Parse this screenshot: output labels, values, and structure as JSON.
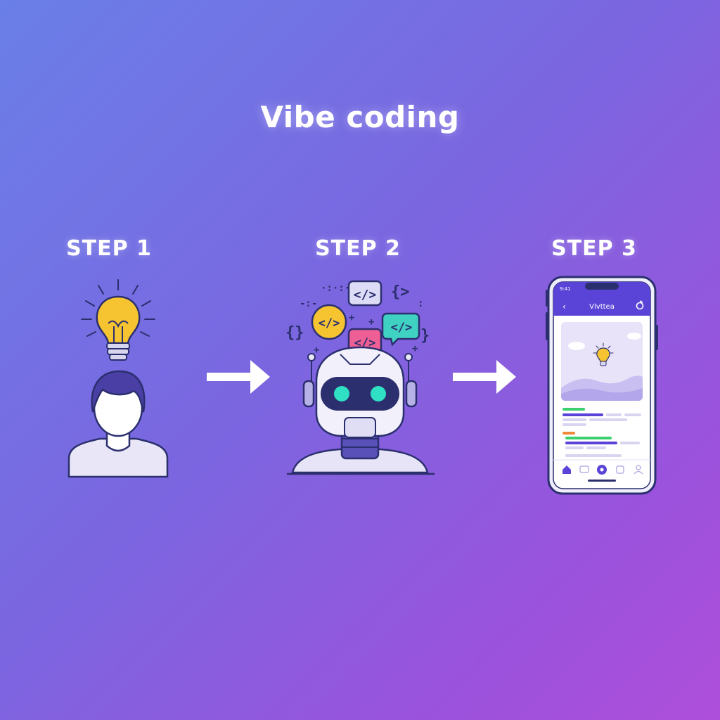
{
  "title": "Vibe coding",
  "steps": [
    {
      "label": "STEP 1",
      "figure": "person-with-lightbulb-icon"
    },
    {
      "label": "STEP 2",
      "figure": "robot-with-code-bubbles-icon"
    },
    {
      "label": "STEP 3",
      "figure": "smartphone-app-icon"
    }
  ],
  "phone": {
    "app_title": "Vlvttea"
  },
  "colors": {
    "background_start": "#6a7fe8",
    "background_end": "#ae4fdb",
    "bulb": "#f6c431",
    "outline": "#2b2f6e",
    "robot_eyes": "#2fe0c4",
    "phone_header": "#5a44d8",
    "accent_green": "#3ccf6e",
    "accent_orange": "#f08a3a"
  }
}
